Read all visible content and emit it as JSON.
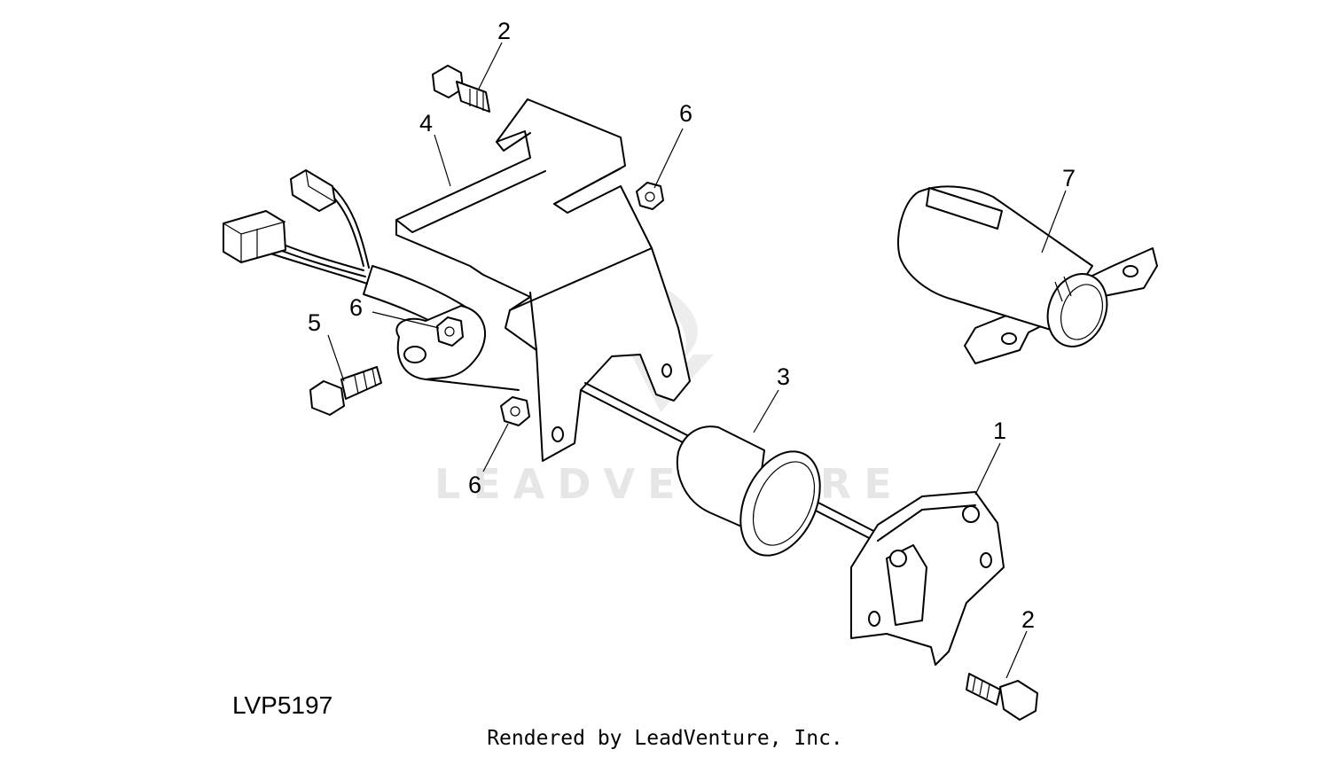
{
  "figure": {
    "id_label": "LVP5197",
    "credit": "Rendered by LeadVenture, Inc.",
    "watermark": "LEADVENTURE"
  },
  "callouts": [
    {
      "key": "bolt-top",
      "label": "2"
    },
    {
      "key": "bracket",
      "label": "4"
    },
    {
      "key": "nut-top",
      "label": "6"
    },
    {
      "key": "adapter",
      "label": "7"
    },
    {
      "key": "nut-harness",
      "label": "6"
    },
    {
      "key": "bolt-left",
      "label": "5"
    },
    {
      "key": "sleeve",
      "label": "3"
    },
    {
      "key": "socket",
      "label": "1"
    },
    {
      "key": "nut-bottom",
      "label": "6"
    },
    {
      "key": "bolt-bottom",
      "label": "2"
    }
  ]
}
